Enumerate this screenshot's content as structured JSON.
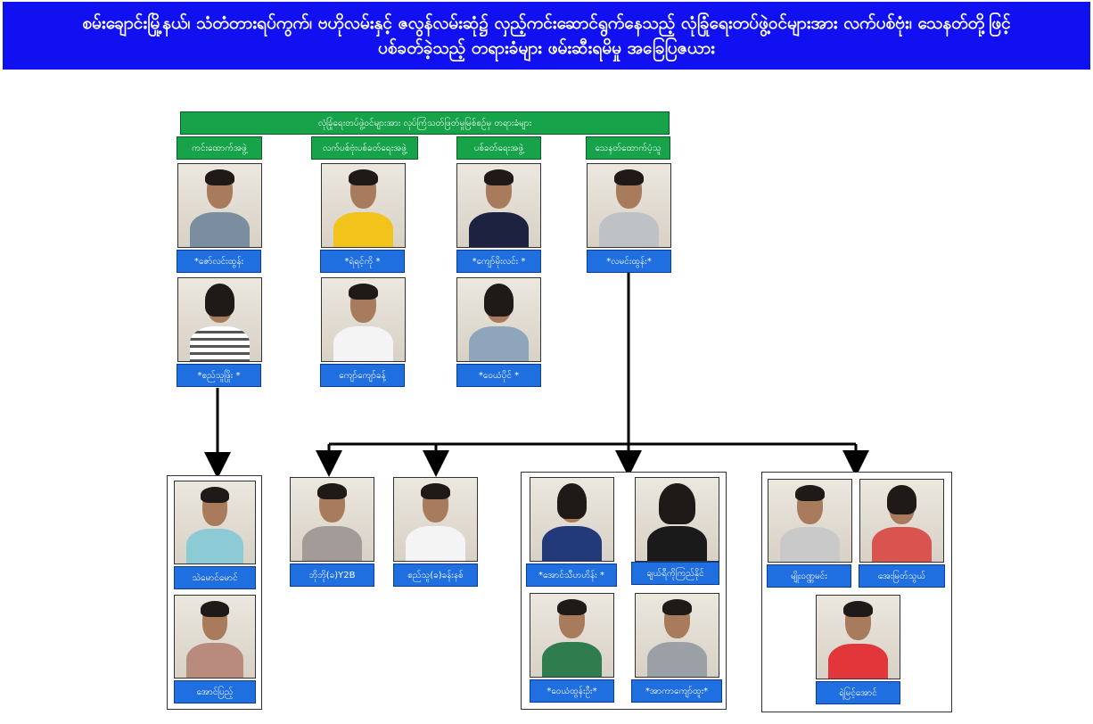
{
  "banner": {
    "line1": "စမ်းချောင်းမြို့နယ်၊ သံတံတားရပ်ကွက်၊ ဗဟိုလမ်းနှင့် ဇလွန်လမ်းဆုံ၌ လှည့်ကင်းဆောင်ရွက်နေသည့် လုံခြုံရေးတပ်ဖွဲ့ဝင်များအား လက်ပစ်ဗုံး၊ သေနတ်တို့ဖြင့်",
    "line2": "ပစ်ခတ်ခဲ့သည့် တရားခံများ ဖမ်းဆီးရမိမှု အခြေပြဇယား"
  },
  "header": "လုံခြုံရေးတပ်ဖွဲ့ဝင်များအား လုပ်ကြံသတ်ဖြတ်မှုမြစ်စဉ်မှ တရားခံများ",
  "groups": [
    "ကင်းထောက်အဖွဲ့",
    "လက်ပစ်ဗုံးပစ်ခတ်ရေးအဖွဲ့",
    "ပစ်ခတ်ရေးအဖွဲ့",
    "သေနတ်ထောက်ပံ့သူ"
  ],
  "people": {
    "p1": "*ဇော်လင်းထွန်း",
    "p2": "*ရဲရင့်ကို *",
    "p3": "*ကျော်မိုးလင်း *",
    "p4": "*လမင်းထွန်း*",
    "p5": "*စည်သူဖြိုး *",
    "p6": "ကျော်ကျော်ခန့်",
    "p7": "*ဝေယံပိုင် *",
    "p8": "သဲမောင်မောင်",
    "p9": "အောင်ပြည့်",
    "p10": "ဘိုဘို(ခ)Y2B",
    "p11": "စည်သူ(ခ)ခန်းနစ်",
    "p12": "*အောင်သီဟဟိန်း *",
    "p13": "ချယ်ရီကိုကြည်နိုင်",
    "p14": "*ဝေယံထွန်းဦး*",
    "p15": "*အာကာကျော်ထူး*",
    "p16": "မျိုးဝဏ္ဏမင်း",
    "p17": "အေးမြတ်သွယ်",
    "p18": "ရဲမြင့်အောင်"
  }
}
